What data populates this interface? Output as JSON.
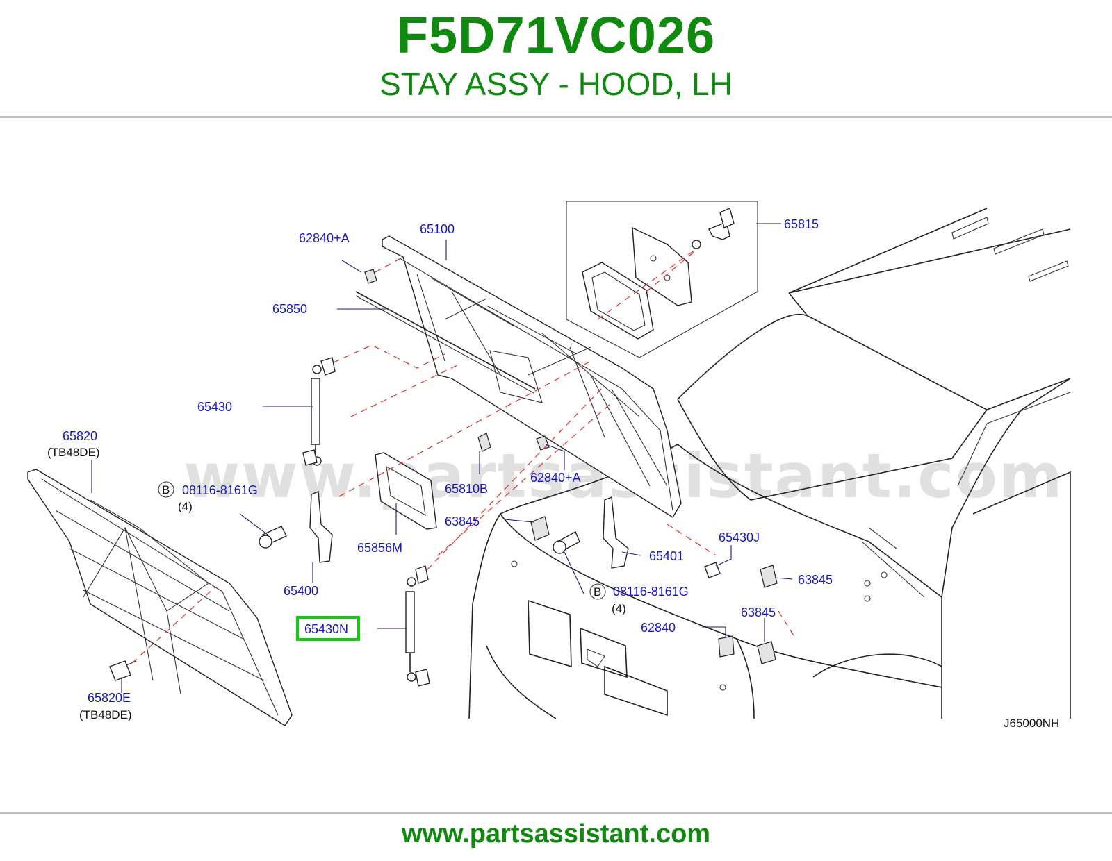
{
  "header": {
    "part_number": "F5D71VC026",
    "part_name": "STAY ASSY - HOOD, LH"
  },
  "diagram": {
    "watermark": "www.partsassistant.com",
    "drawing_code": "J65000NH",
    "highlighted_part": "65430N",
    "bolt_marker": "B",
    "callouts": [
      {
        "id": "62840+A",
        "text": "62840+A"
      },
      {
        "id": "65100",
        "text": "65100"
      },
      {
        "id": "65815",
        "text": "65815"
      },
      {
        "id": "65850",
        "text": "65850"
      },
      {
        "id": "65430",
        "text": "65430"
      },
      {
        "id": "65820",
        "text": "65820"
      },
      {
        "id": "65820-note",
        "text": "(TB48DE)"
      },
      {
        "id": "08116-8161G-a",
        "text": "08116-8161G"
      },
      {
        "id": "qty-a",
        "text": "(4)"
      },
      {
        "id": "65810B",
        "text": "65810B"
      },
      {
        "id": "62840+A-2",
        "text": "62840+A"
      },
      {
        "id": "63845-a",
        "text": "63845"
      },
      {
        "id": "65856M",
        "text": "65856M"
      },
      {
        "id": "65400",
        "text": "65400"
      },
      {
        "id": "65430J",
        "text": "65430J"
      },
      {
        "id": "65401",
        "text": "65401"
      },
      {
        "id": "63845-b",
        "text": "63845"
      },
      {
        "id": "08116-8161G-b",
        "text": "08116-8161G"
      },
      {
        "id": "qty-b",
        "text": "(4)"
      },
      {
        "id": "63845-c",
        "text": "63845"
      },
      {
        "id": "62840",
        "text": "62840"
      },
      {
        "id": "65430N",
        "text": "65430N"
      },
      {
        "id": "65820E",
        "text": "65820E"
      },
      {
        "id": "65820E-note",
        "text": "(TB48DE)"
      }
    ]
  },
  "footer": {
    "url": "www.partsassistant.com"
  },
  "colors": {
    "brand_green": "#0f8a0f",
    "callout_blue": "#1515c8",
    "highlight_green": "#11cc11",
    "dash_red": "#e03a3a"
  }
}
